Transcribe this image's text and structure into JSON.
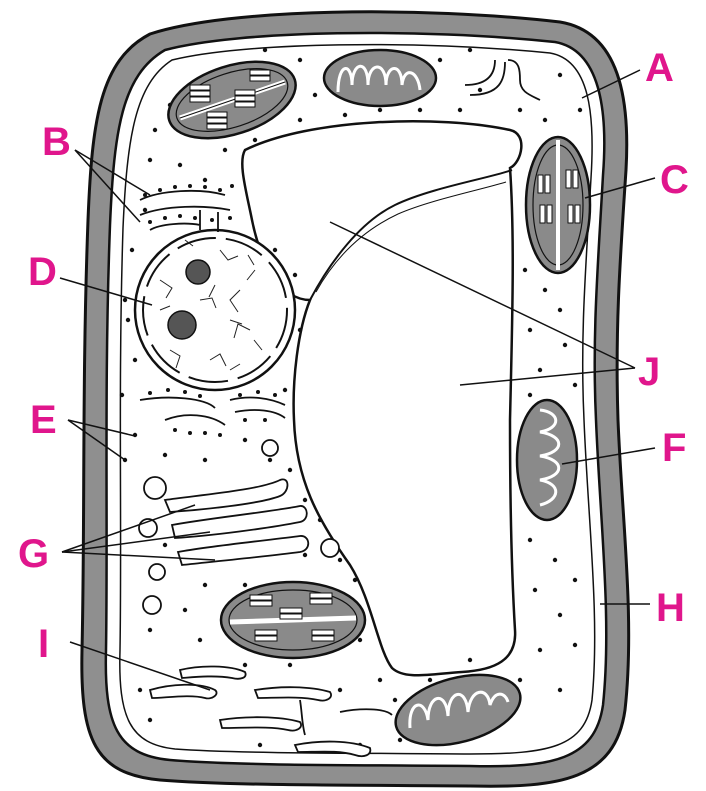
{
  "labels": {
    "a": "A",
    "b": "B",
    "c": "C",
    "d": "D",
    "e": "E",
    "f": "F",
    "g": "G",
    "h": "H",
    "i": "I",
    "j": "J"
  },
  "colors": {
    "label": "#e0168c",
    "wall": "#8f8f8f",
    "organelle_fill": "#8a8a8a",
    "line": "#111111"
  }
}
